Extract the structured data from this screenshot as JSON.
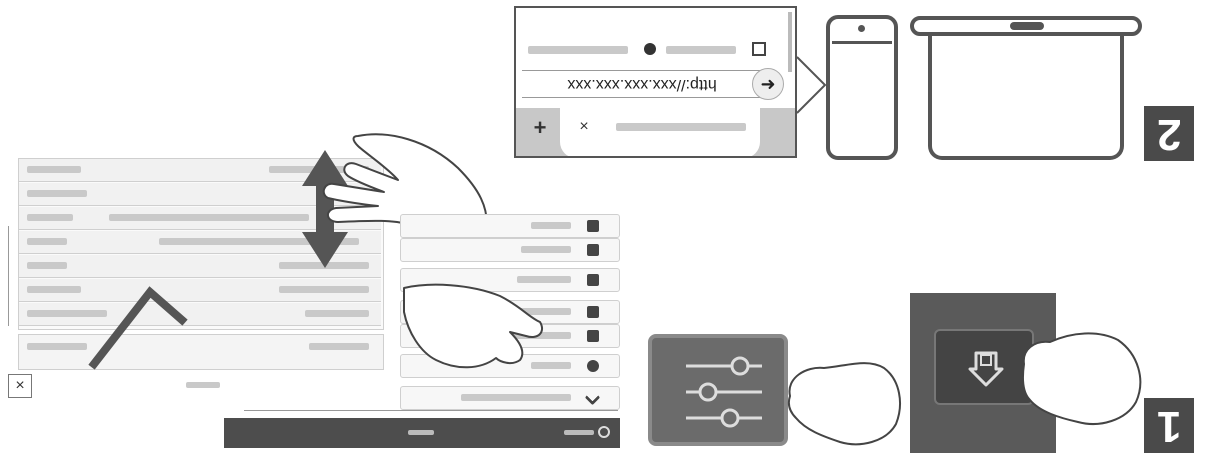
{
  "step_badges": [
    {
      "label": "1"
    },
    {
      "label": "2"
    }
  ],
  "browser": {
    "url_text": "http://xxx.xxx.xxx.xxx",
    "tab_close_glyph": "×",
    "new_tab_glyph": "+",
    "go_arrow_glyph": "➜"
  },
  "devices": [
    "phone-icon",
    "tablet-icon"
  ],
  "panel": {
    "close_glyph": "×"
  },
  "icons": {
    "settings": "sliders-icon",
    "home": "home-icon",
    "scroll": "double-arrow-icon",
    "hand": "hand-icon"
  },
  "colors": {
    "badge": "#4a4a4a",
    "printer_screen": "#5a5a5a",
    "settings_button": "#6b6b6b",
    "taskbar": "#4d4d4d",
    "browser_tab_bar": "#c8c8c8"
  }
}
